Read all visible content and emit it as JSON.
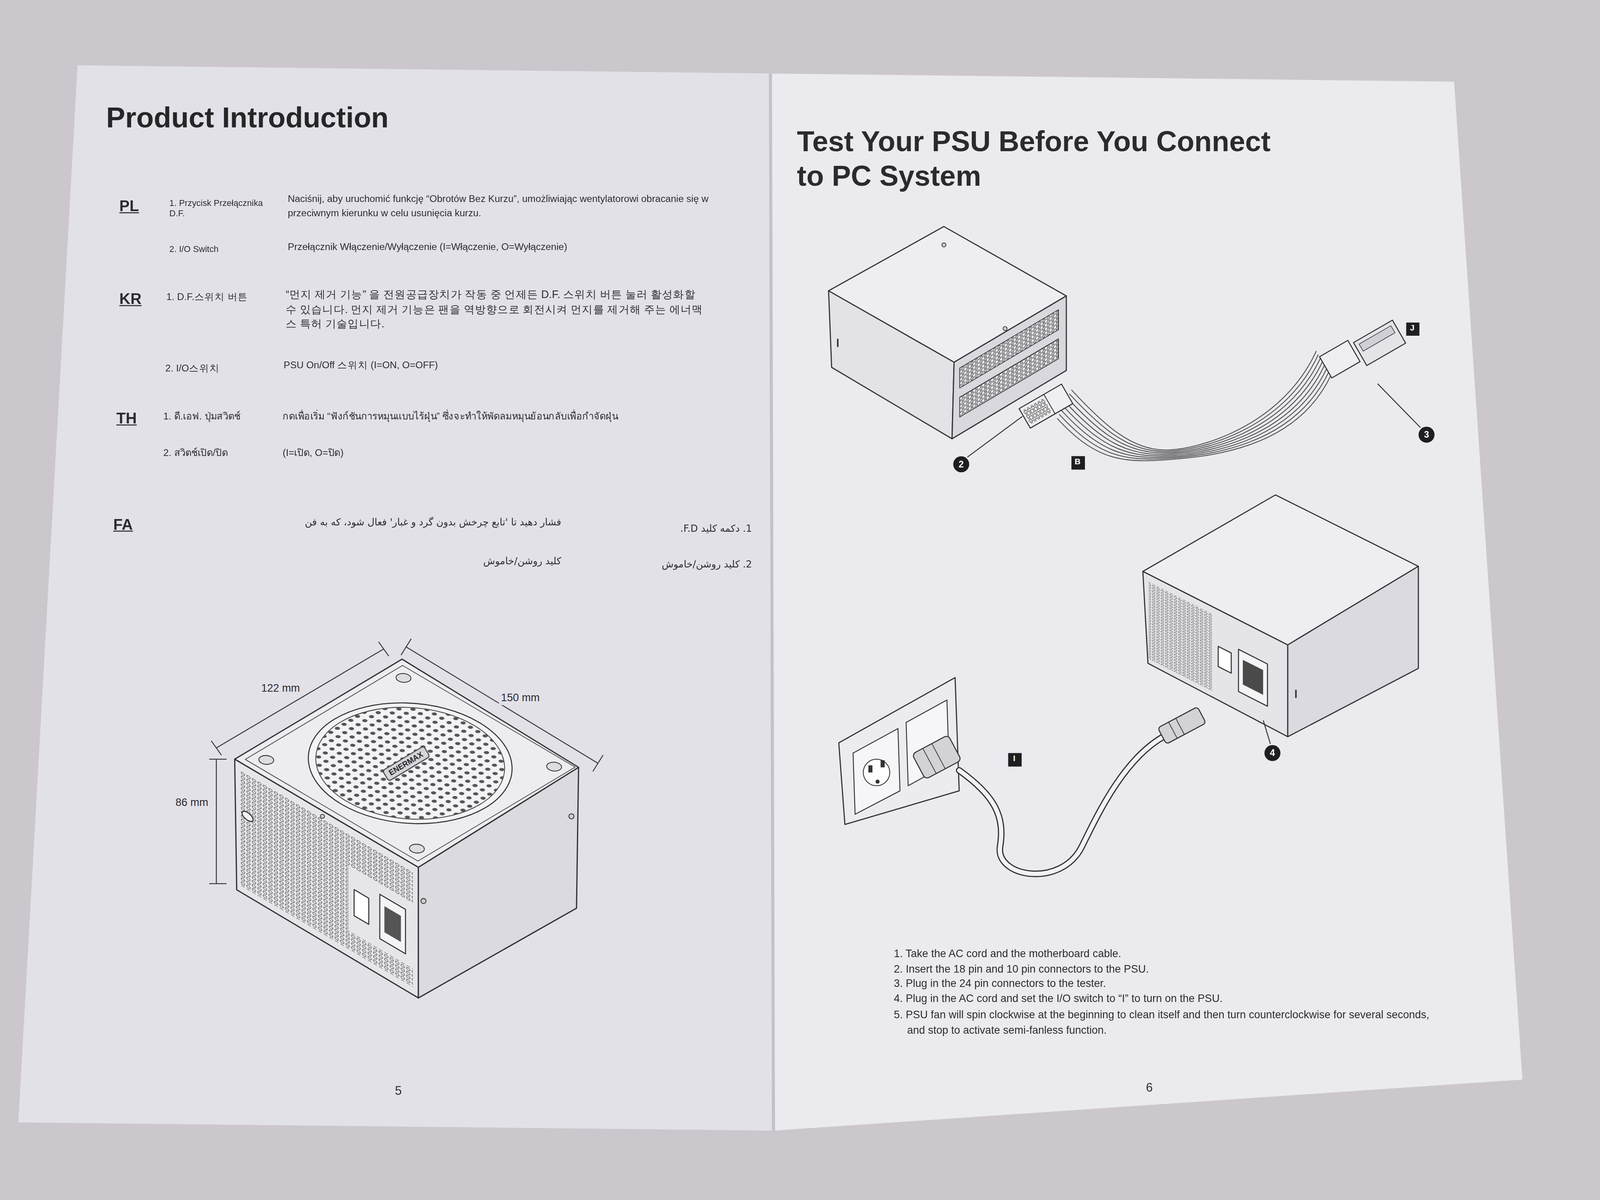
{
  "diagram": {
    "title": "Product Introduction",
    "nodes": [
      {
        "text": [
          "ENERMAX"
        ]
      },
      {
        "text": [
          "J"
        ]
      },
      {
        "text": [
          "3"
        ]
      },
      {
        "text": [
          "2"
        ]
      },
      {
        "text": [
          "B"
        ]
      },
      {
        "text": [
          "4"
        ]
      },
      {
        "text": [
          "I"
        ]
      }
    ],
    "labels": [
      "PL",
      "1. Przycisk Przełącznika D.F.",
      "Naciśnij, aby uruchomić funkcję “Obrotów Bez Kurzu”, umożliwiając wentylatorowi obracanie się w przeciwnym kierunku w celu usunięcia kurzu.",
      "2. I/O Switch",
      "Przełącznik Włączenie/Wyłączenie (I=Włączenie, O=Wyłączenie)",
      "KR",
      "1. D.F.스위치 버튼",
      "“먼지 제거 기능” 을 전원공급장치가 작동 중 언제든 D.F. 스위치 버튼 눌러 활성화할 수 있습니다. 먼지 제거 기능은 팬을 역방향으로 회전시켜 먼지를 제거해 주는 에너맥스 특허 기술입니다.",
      "2. I/O스위치",
      "PSU On/Off 스위치 (I=ON, O=OFF)",
      "TH",
      "1. ดี.เอฟ. ปุ่มสวิตช์",
      "กดเพื่อเริ่ม “ฟังก์ชันการหมุนแบบไร้ฝุ่น” ซึ่งจะทำให้พัดลมหมุนย้อนกลับเพื่อกำจัดฝุ่น",
      "2. สวิตช์เปิด/ปิด",
      "(I=เปิด, O=ปิด)",
      "FA",
      "1. دکمه کلید F.D.",
      "فشار دهید تا 'تابع چرخش بدون گرد و غبار' فعال شود، که به فن",
      "2. کلید روشن/خاموش",
      "کلید روشن/خاموش",
      "122 mm",
      "150 mm",
      "86 mm",
      "5",
      "Test Your PSU Before You Connect to PC System",
      "1. Take the AC cord and the motherboard cable.",
      "2. Insert the 18 pin and 10 pin connectors to the PSU.",
      "3. Plug in the 24 pin connectors to the tester.",
      "4. Plug in the AC cord and set the I/O switch to “I” to turn on the PSU.",
      "5. PSU fan will spin clockwise at the beginning to clean itself and then turn counterclockwise for several seconds, and stop to activate semi-fanless function.",
      "6"
    ]
  }
}
